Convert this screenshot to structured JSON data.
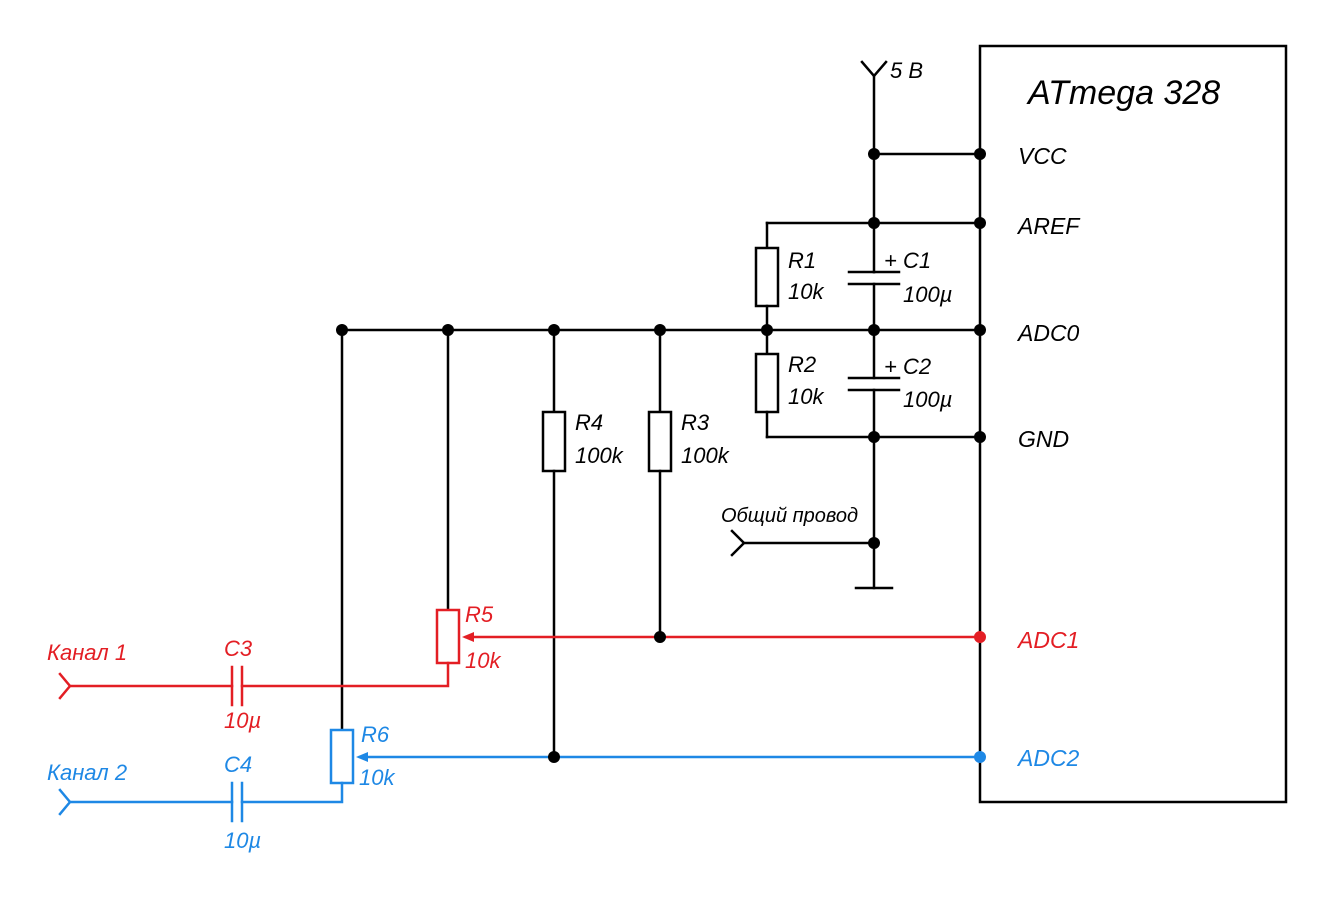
{
  "colors": {
    "black": "#000000",
    "red": "#e31e24",
    "blue": "#1e88e5"
  },
  "chip": {
    "title": "ATmega 328",
    "pins": {
      "vcc": "VCC",
      "aref": "AREF",
      "adc0": "ADC0",
      "gnd": "GND",
      "adc1": "ADC1",
      "adc2": "ADC2"
    }
  },
  "supply": {
    "label": "5 В"
  },
  "ground": {
    "label": "Общий провод"
  },
  "components": {
    "r1": {
      "name": "R1",
      "value": "10k"
    },
    "r2": {
      "name": "R2",
      "value": "10k"
    },
    "c1": {
      "name": "C1",
      "value": "100µ",
      "plus": "+"
    },
    "c2": {
      "name": "C2",
      "value": "100µ",
      "plus": "+"
    },
    "r3": {
      "name": "R3",
      "value": "100k"
    },
    "r4": {
      "name": "R4",
      "value": "100k"
    },
    "r5": {
      "name": "R5",
      "value": "10k"
    },
    "r6": {
      "name": "R6",
      "value": "10k"
    },
    "c3": {
      "name": "C3",
      "value": "10µ"
    },
    "c4": {
      "name": "C4",
      "value": "10µ"
    }
  },
  "inputs": {
    "ch1": "Канал 1",
    "ch2": "Канал 2"
  }
}
